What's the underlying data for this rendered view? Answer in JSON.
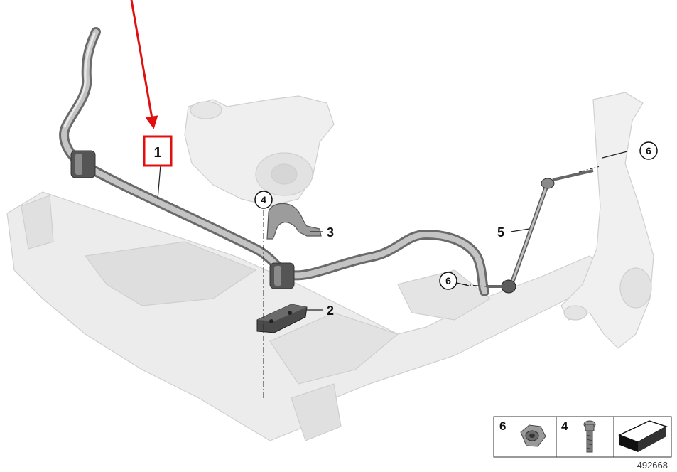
{
  "diagram": {
    "callouts": {
      "part1": "1",
      "part2": "2",
      "part3": "3",
      "part4": "4",
      "part5": "5",
      "part6a": "6",
      "part6b": "6"
    },
    "legend": {
      "item_nut": "6",
      "item_bolt": "4"
    },
    "reference_number": "492668",
    "highlight_color": "#e01010",
    "part_color": "#9a9a9a",
    "frame_color": "#e6e6e6"
  }
}
